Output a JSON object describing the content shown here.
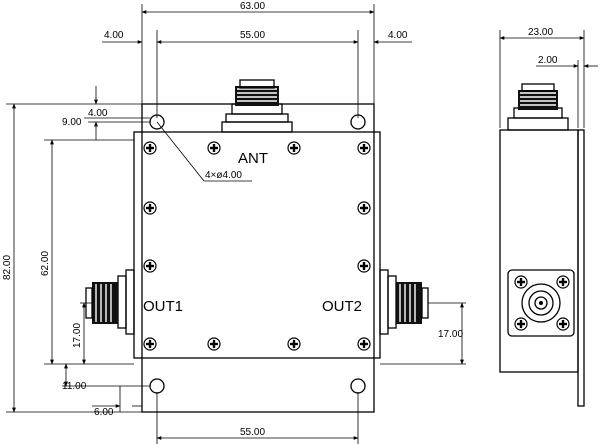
{
  "dimensions": {
    "overall_width": "63.00",
    "left_offset": "4.00",
    "hole_spacing_top": "55.00",
    "right_offset": "4.00",
    "side_width": "23.00",
    "side_flange": "2.00",
    "hole_small": "4.00",
    "hole_row": "9.00",
    "overall_height": "82.00",
    "body_height": "62.00",
    "out1_height": "17.00",
    "out2_height": "17.00",
    "bottom_hole_row": "11.00",
    "bottom_hole_offset": "6.00",
    "hole_spacing_bottom": "55.00",
    "hole_callout": "4×ø4.00"
  },
  "ports": {
    "ant": "ANT",
    "out1": "OUT1",
    "out2": "OUT2"
  }
}
